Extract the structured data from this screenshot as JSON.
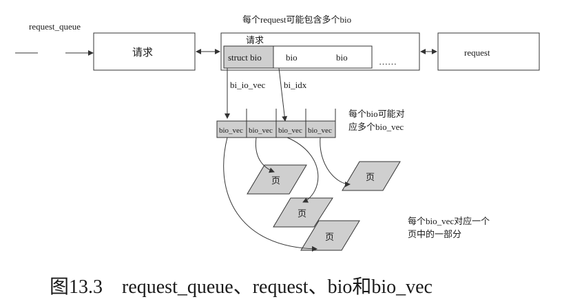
{
  "top_annotation": "每个request可能包含多个bio",
  "queue_label": "request_queue",
  "request_box_label": "请求",
  "request_inner_label": "请求",
  "struct_bio_label": "struct bio",
  "bio_label_1": "bio",
  "bio_label_2": "bio",
  "ellipsis": "……",
  "request_right_label": "request",
  "pointer_labels": {
    "io_vec": "bi_io_vec",
    "idx": "bi_idx"
  },
  "bio_vec_cells": [
    "bio_vec",
    "bio_vec",
    "bio_vec",
    "bio_vec"
  ],
  "bio_vec_note": [
    "每个bio可能对",
    "应多个bio_vec"
  ],
  "page_label": "页",
  "page_note": [
    "每个bio_vec对应一个",
    "页中的一部分"
  ],
  "caption": "图13.3    request_queue、request、bio和bio_vec"
}
